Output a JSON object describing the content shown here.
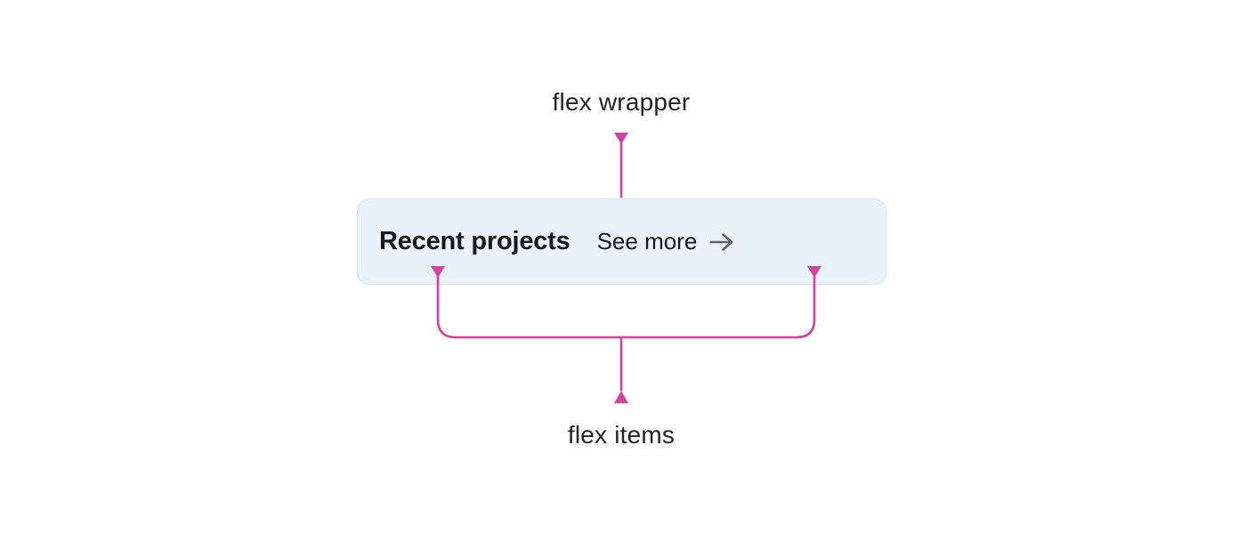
{
  "diagram": {
    "wrapper_label": "flex wrapper",
    "items_label": "flex items",
    "card": {
      "title": "Recent projects",
      "link_label": "See more",
      "link_icon": "arrow-right-icon"
    },
    "annotations": {
      "wrapper_pointer": "line-from-flex-wrapper-label-to-card-top",
      "items_bracket": "bracket-from-flex-items-label-to-card-items"
    }
  },
  "colors": {
    "page_background": "#ffffff",
    "annotation_pink": "#d6409f",
    "card_background": "#e9f1fb",
    "card_border": "#d4e2f5",
    "label_text": "#222327",
    "title_text": "#17181c",
    "arrow_gray": "#5f6368"
  }
}
